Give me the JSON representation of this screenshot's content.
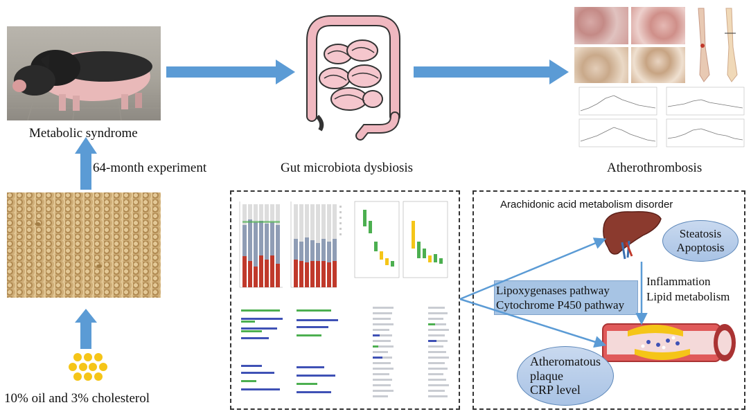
{
  "labels": {
    "metabolic": "Metabolic syndrome",
    "experiment": "64-month experiment",
    "gut": "Gut microbiota dysbiosis",
    "athero": "Atherothrombosis",
    "diet": "10% oil and 3% cholesterol",
    "arachidonic": "Arachidonic acid metabolism disorder",
    "steatosis": "Steatosis",
    "apoptosis": "Apoptosis",
    "inflammation": "Inflammation",
    "lipid": "Lipid metabolism",
    "lipox": "Lipoxygenases pathway",
    "cyp": "Cytochrome P450 pathway",
    "athero_plaque_1": "Atheromatous",
    "athero_plaque_2": "plaque",
    "crp": "CRP level"
  },
  "colors": {
    "arrow_blue": "#5b9bd5",
    "ellipse_fill": "#b8cde9",
    "pellet": "#c8a670",
    "dot_yellow": "#f5c518",
    "bar_red": "#c0392b",
    "bar_grey": "#8f9db5",
    "bar_green": "#4caf50",
    "bar_blue": "#3f51b5"
  },
  "icons": [
    "pig-photo",
    "intestine-illustration",
    "histology-panels",
    "artery-specimen",
    "liver-icon",
    "artery-plaque-icon",
    "dot-cluster-icon"
  ]
}
